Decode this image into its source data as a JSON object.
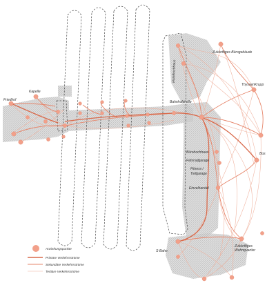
{
  "colors": {
    "primary": "#d9694a",
    "secondary": "#e6856a",
    "tertiary": "#efb09c",
    "node": "#f2a08a",
    "hatch": "#9a9a9a",
    "dashed": "#444444"
  },
  "labels": {
    "friedhof": "Friedhof",
    "kapelle": "Kapelle",
    "hotelhochhaus": "Hotelhochhaus",
    "bahnhofshalle": "Bahnhofshalle",
    "zukuenftiges_buero": "Zukünftiges Bürogebäude",
    "thyssenkrupp": "ThyssenKrupp",
    "buerohochhaus": "Bürohochhaus",
    "fahrradgarage": "Fahrradgarage",
    "fitness": "Fitness /",
    "tiefgarage": "Tiefgarage",
    "bus": "Bus",
    "einzelhandel": "Einzelhandel",
    "sbahn": "S-Bahn",
    "zukuenftiges_wohn_1": "Zukünftiges",
    "zukuenftiges_wohn_2": "Wohnquartier"
  },
  "legend": [
    {
      "kind": "node",
      "label": "Anziehungspunkte"
    },
    {
      "kind": "primary",
      "label": "Primäre Verkehrsströme"
    },
    {
      "kind": "secondary",
      "label": "Sekundäre Verkehrsströme"
    },
    {
      "kind": "tertiary",
      "label": "Tertiäre Verkehrsströme"
    }
  ]
}
